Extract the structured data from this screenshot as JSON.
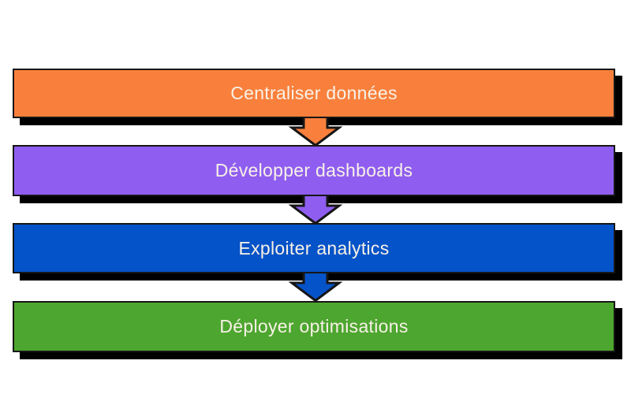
{
  "diagram": {
    "type": "process-flow",
    "direction": "top-to-bottom",
    "steps": [
      {
        "label": "Centraliser données",
        "color": "#F9803C"
      },
      {
        "label": "Développer dashboards",
        "color": "#8F5EF0"
      },
      {
        "label": "Exploiter analytics",
        "color": "#0553C8"
      },
      {
        "label": "Déployer optimisations",
        "color": "#4DA62F"
      }
    ],
    "arrows": [
      {
        "color": "#F9803C"
      },
      {
        "color": "#8F5EF0"
      },
      {
        "color": "#0553C8"
      }
    ],
    "style": {
      "background": "#FFFFFF",
      "border_color": "#161616",
      "shadow_color": "#000000",
      "text_color": "#F8F1E7"
    }
  }
}
